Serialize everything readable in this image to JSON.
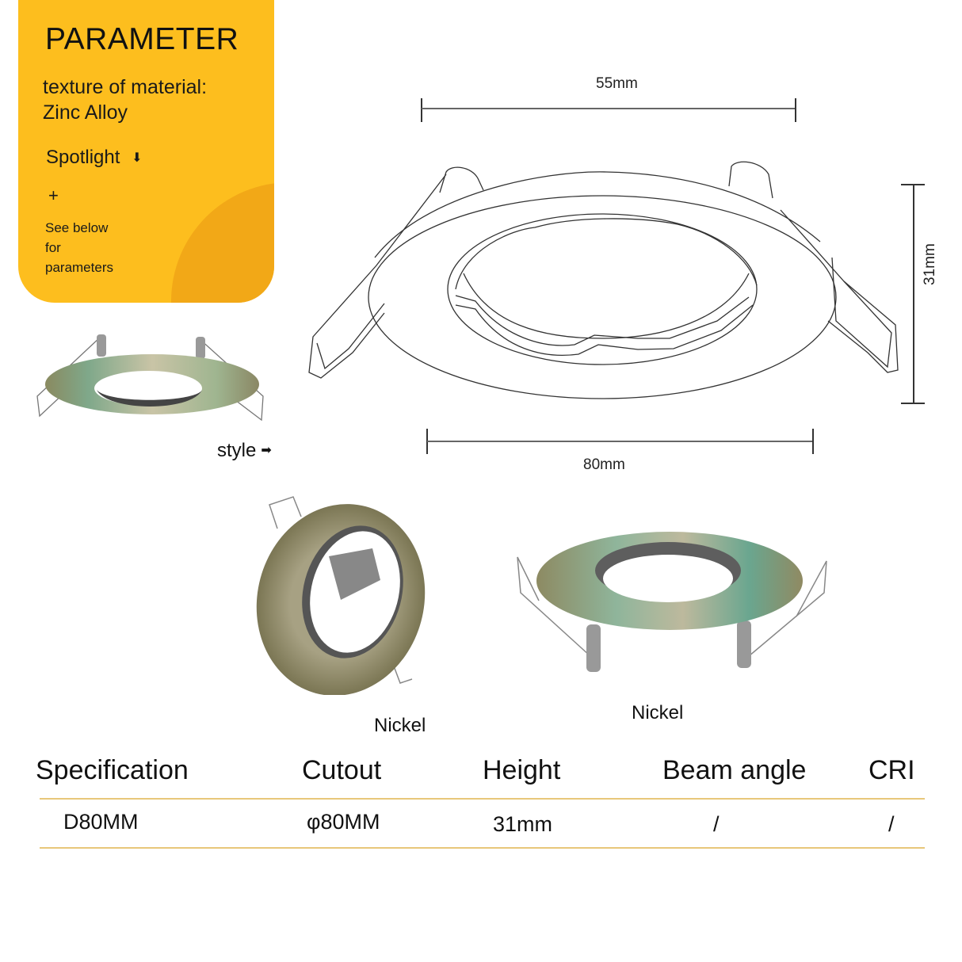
{
  "parameter_card": {
    "title": "PARAMETER",
    "material_label": "texture of material:",
    "material_value": "Zinc Alloy",
    "product_type": "Spotlight",
    "product_arrow_icon": "arrow-down-icon",
    "plus": "+",
    "note_lines": [
      "See below",
      "for",
      "parameters"
    ],
    "colors": {
      "card": "#FDBE1E",
      "accent_blob": "#F2A817"
    }
  },
  "diagram": {
    "top_width_label": "55mm",
    "bottom_width_label": "80mm",
    "height_label": "31mm"
  },
  "style_label": "style",
  "style_arrow_icon": "arrow-right-icon",
  "products": [
    {
      "finish": "Nickel",
      "view": "tilted-front"
    },
    {
      "finish": "Nickel",
      "view": "side"
    }
  ],
  "spec_table": {
    "headers": [
      "Specification",
      "Cutout",
      "Height",
      "Beam angle",
      "CRI"
    ],
    "rows": [
      [
        "D80MM",
        "φ80MM",
        "31mm",
        "/",
        "/"
      ]
    ],
    "rule_color": "#E8C77A"
  }
}
